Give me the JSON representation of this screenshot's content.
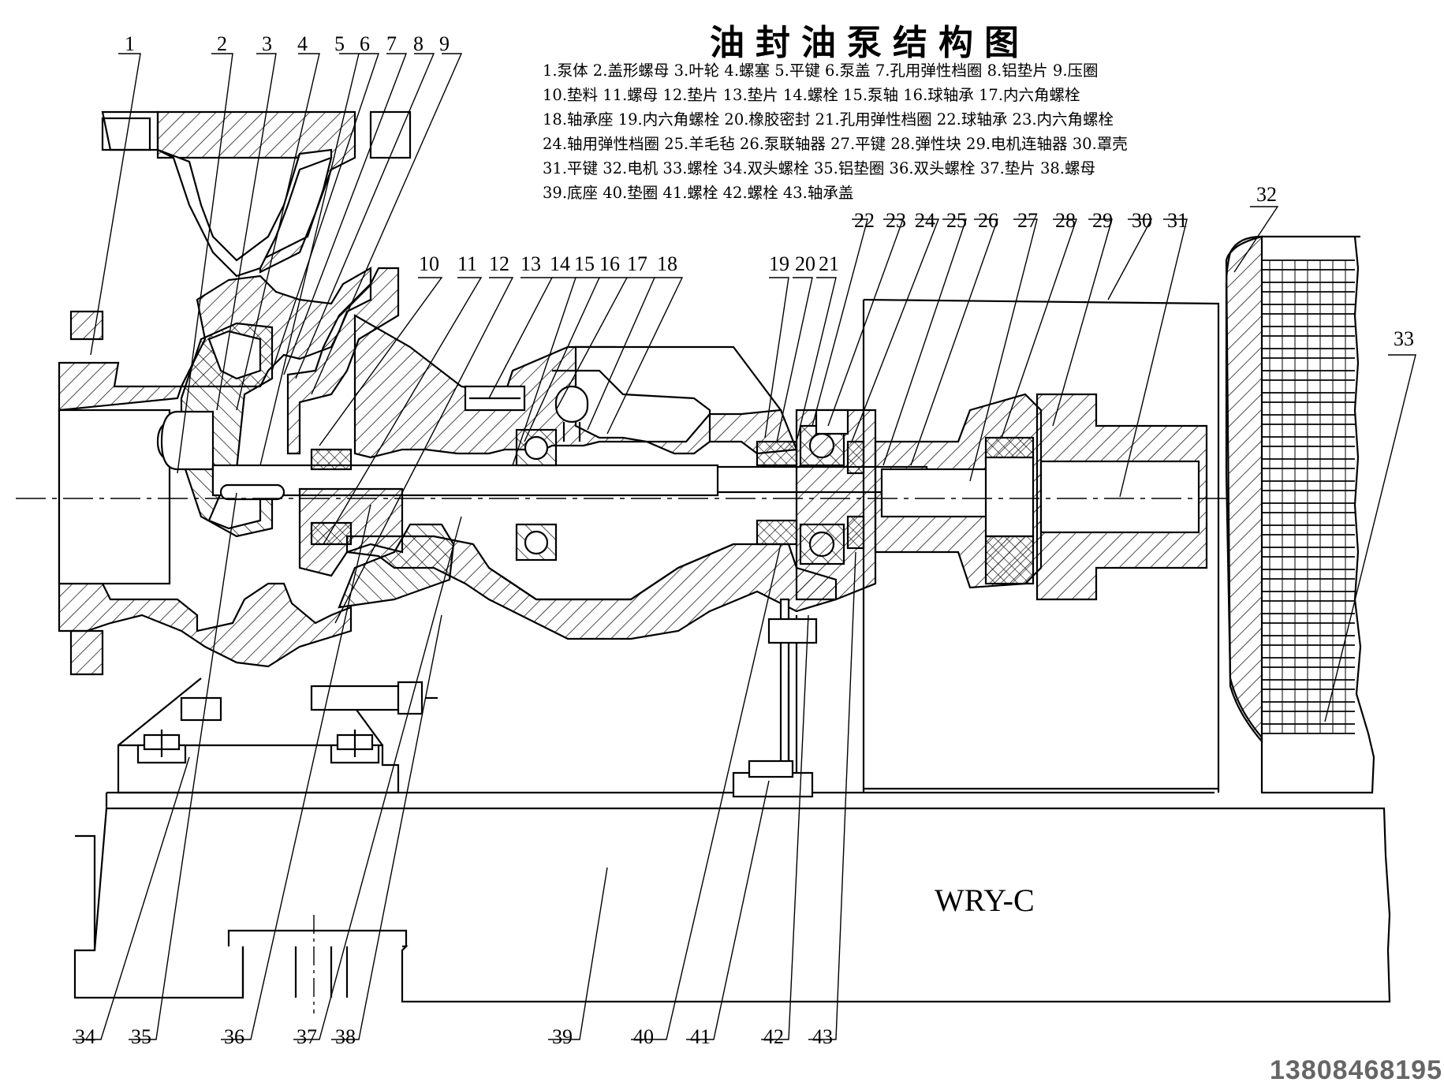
{
  "title": "油封油泵结构图",
  "legend_lines": [
    "1.泵体 2.盖形螺母 3.叶轮 4.螺塞 5.平键 6.泵盖 7.孔用弹性档圈 8.铝垫片 9.压圈",
    "10.垫料 11.螺母 12.垫片 13.垫片 14.螺栓 15.泵轴 16.球轴承 17.内六角螺栓",
    "18.轴承座 19.内六角螺栓 20.橡胶密封 21.孔用弹性档圈 22.球轴承 23.内六角螺栓",
    "24.轴用弹性档圈 25.羊毛毡 26.泵联轴器 27.平键 28.弹性块 29.电机连轴器 30.罩壳",
    "31.平键 32.电机 33.螺栓 34.双头螺栓 35.铝垫圈 36.双头螺栓 37.垫片 38.螺母",
    "39.底座 40.垫圈 41.螺栓 42.螺栓 43.轴承盖"
  ],
  "callouts_top": [
    "1",
    "2",
    "3",
    "4",
    "5",
    "6",
    "7",
    "8",
    "9"
  ],
  "callouts_mid_left": [
    "10",
    "11",
    "12",
    "13",
    "14",
    "15",
    "16",
    "17",
    "18"
  ],
  "callouts_mid_center": [
    "19",
    "20",
    "21"
  ],
  "callouts_mid_right": [
    "22",
    "23",
    "24",
    "25",
    "26",
    "27",
    "28",
    "29",
    "30",
    "31"
  ],
  "callout_32": "32",
  "callout_33": "33",
  "callouts_bottom": [
    "34",
    "35",
    "36",
    "37",
    "38",
    "39",
    "40",
    "41",
    "42",
    "43"
  ],
  "model_label": "WRY-C",
  "phone": "13808468195"
}
